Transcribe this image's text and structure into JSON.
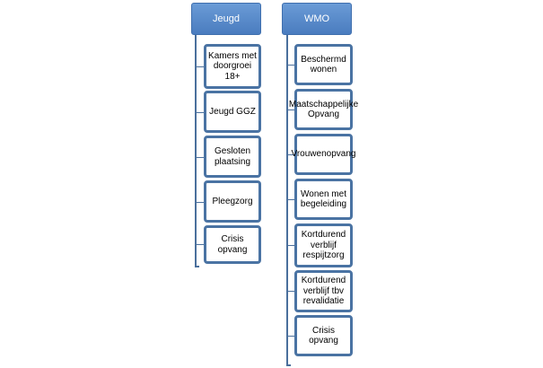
{
  "columns": [
    {
      "header": "Jeugd",
      "items": [
        "Kamers met doorgroei 18+",
        "Jeugd GGZ",
        "Gesloten plaatsing",
        "Pleegzorg",
        "Crisis opvang"
      ]
    },
    {
      "header": "WMO",
      "items": [
        "Beschermd wonen",
        "Maatschappelijke Opvang",
        "Vrouwenopvang",
        "Wonen met begeleiding",
        "Kortdurend verblijf respijtzorg",
        "Kortdurend verblijf tbv revalidatie",
        "Crisis opvang"
      ]
    }
  ],
  "colors": {
    "header_fill": "#5b8dcf",
    "header_text": "#ffffff",
    "box_border": "#4a73a3",
    "connector": "#4a6f9c"
  }
}
